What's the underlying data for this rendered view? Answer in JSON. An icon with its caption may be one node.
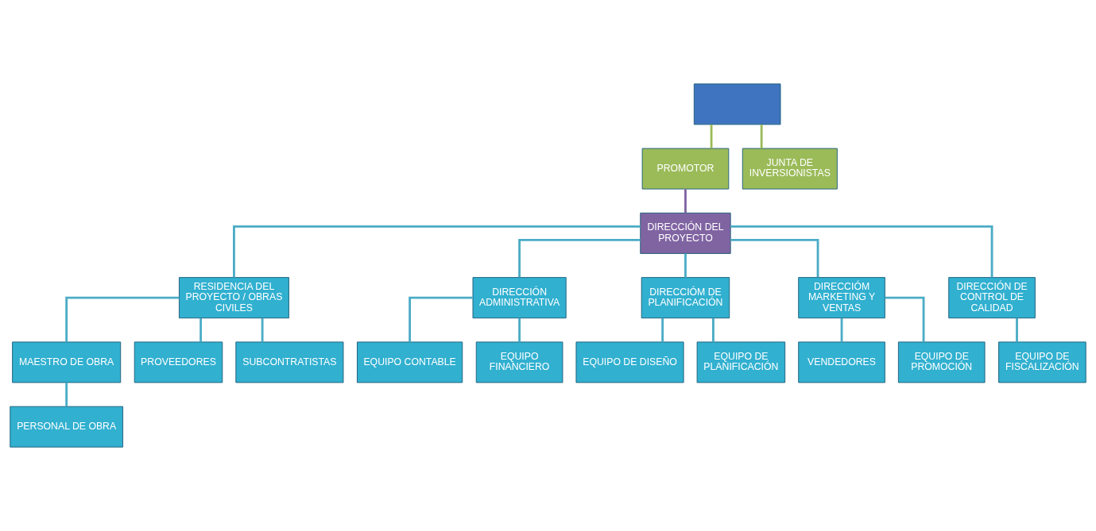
{
  "diagram": {
    "nodes": [
      {
        "text": [],
        "shape": "box"
      },
      {
        "text": [
          "PROMOTOR"
        ]
      },
      {
        "text": [
          "JUNTA DE INVERSIONISTAS"
        ]
      },
      {
        "text": [
          "DIRECCIÓN DEL PROYECTO"
        ]
      },
      {
        "text": [
          "RESIDENCIA DEL PROYECTO / OBRAS CIVILES"
        ]
      },
      {
        "text": [
          "DIRECCIÓN ADMINISTRATIVA"
        ]
      },
      {
        "text": [
          "DIRECCIÓM DE PLANIFICACIÓN"
        ]
      },
      {
        "text": [
          "DIRECCIÓM MARKETING Y VENTAS"
        ]
      },
      {
        "text": [
          "DIRECCIÓN DE CONTROL DE CALIDAD"
        ]
      },
      {
        "text": [
          "MAESTRO DE OBRA"
        ]
      },
      {
        "text": [
          "PROVEEDORES"
        ]
      },
      {
        "text": [
          "SUBCONTRATISTAS"
        ]
      },
      {
        "text": [
          "PERSONAL DE OBRA"
        ]
      },
      {
        "text": [
          "EQUIPO CONTABLE"
        ]
      },
      {
        "text": [
          "EQUIPO FINANCIERO"
        ]
      },
      {
        "text": [
          "EQUIPO DE DISEÑO"
        ]
      },
      {
        "text": [
          "EQUIPO DE PLANIFICACIÓN"
        ]
      },
      {
        "text": [
          "VENDEDORES"
        ]
      },
      {
        "text": [
          "EQUIPO DE PROMOCIÓN"
        ]
      },
      {
        "text": [
          "EQUIPO DE FISCALIZACIÓN"
        ]
      }
    ],
    "edges": [
      {
        "from": 0,
        "to": 1,
        "arrow": "none",
        "color": "#9bbb59"
      },
      {
        "from": 0,
        "to": 2,
        "arrow": "none",
        "color": "#9bbb59"
      },
      {
        "from": 1,
        "to": 3,
        "arrow": "none",
        "color": "#8064a2"
      },
      {
        "from": 3,
        "to": 4,
        "arrow": "none"
      },
      {
        "from": 3,
        "to": 5,
        "arrow": "none"
      },
      {
        "from": 3,
        "to": 6,
        "arrow": "none"
      },
      {
        "from": 3,
        "to": 7,
        "arrow": "none"
      },
      {
        "from": 3,
        "to": 8,
        "arrow": "none"
      },
      {
        "from": 4,
        "to": 9,
        "arrow": "none"
      },
      {
        "from": 4,
        "to": 10,
        "arrow": "none"
      },
      {
        "from": 4,
        "to": 11,
        "arrow": "none"
      },
      {
        "from": 9,
        "to": 12,
        "arrow": "none"
      },
      {
        "from": 5,
        "to": 13,
        "arrow": "none"
      },
      {
        "from": 5,
        "to": 14,
        "arrow": "none"
      },
      {
        "from": 6,
        "to": 15,
        "arrow": "none"
      },
      {
        "from": 6,
        "to": 16,
        "arrow": "none"
      },
      {
        "from": 7,
        "to": 17,
        "arrow": "none"
      },
      {
        "from": 7,
        "to": 18,
        "arrow": "none"
      },
      {
        "from": 8,
        "to": 19,
        "arrow": "none"
      }
    ]
  }
}
